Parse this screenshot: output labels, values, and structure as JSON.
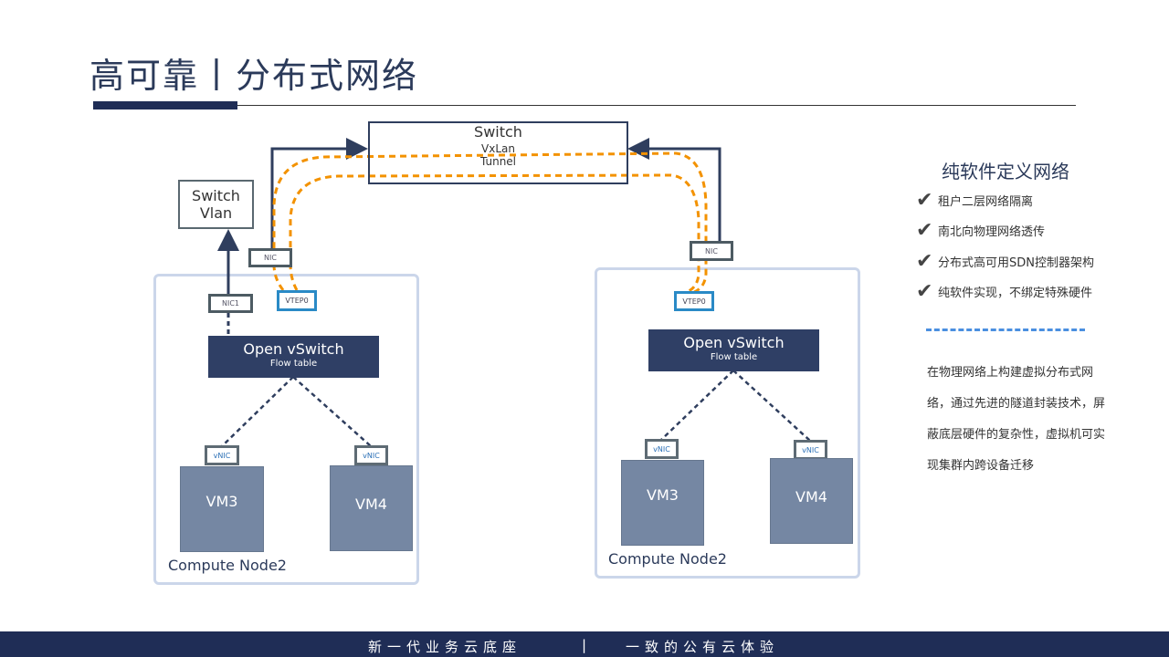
{
  "title": "高可靠丨分布式网络",
  "diagram": {
    "switch_top": {
      "line1": "Switch",
      "line2": "VxLan",
      "line3": "Tunnel"
    },
    "switch_vlan": {
      "line1": "Switch",
      "line2": "Vlan"
    },
    "left_node": {
      "nic": "NIC",
      "nic1": "NIC1",
      "vtep": "VTEP0",
      "ovs_title": "Open vSwitch",
      "ovs_sub": "Flow table",
      "vnic_a": "vNIC",
      "vnic_b": "vNIC",
      "vm_a": "VM3",
      "vm_b": "VM4",
      "label": "Compute Node2"
    },
    "right_node": {
      "nic": "NIC",
      "vtep": "VTEP0",
      "ovs_title": "Open vSwitch",
      "ovs_sub": "Flow table",
      "vnic_a": "vNIC",
      "vnic_b": "vNIC",
      "vm_a": "VM3",
      "vm_b": "VM4",
      "label": "Compute Node2"
    },
    "colors": {
      "tunnel": "#f39200",
      "link": "#2f3e5e",
      "vtep_border": "#2a8ac6",
      "vm_fill": "#7587a3",
      "ovs_fill": "#2f3f65"
    }
  },
  "side": {
    "heading": "纯软件定义网络",
    "check_icon": "✔",
    "items": [
      "租户二层网络隔离",
      "南北向物理网络透传",
      "分布式高可用SDN控制器架构",
      "纯软件实现，不绑定特殊硬件"
    ],
    "description": "在物理网络上构建虚拟分布式网络，通过先进的隧道封装技术，屏蔽底层硬件的复杂性，虚拟机可实现集群内跨设备迁移"
  },
  "footer": {
    "left": "新一代业务云底座",
    "divider": "|",
    "right": "一致的公有云体验"
  }
}
